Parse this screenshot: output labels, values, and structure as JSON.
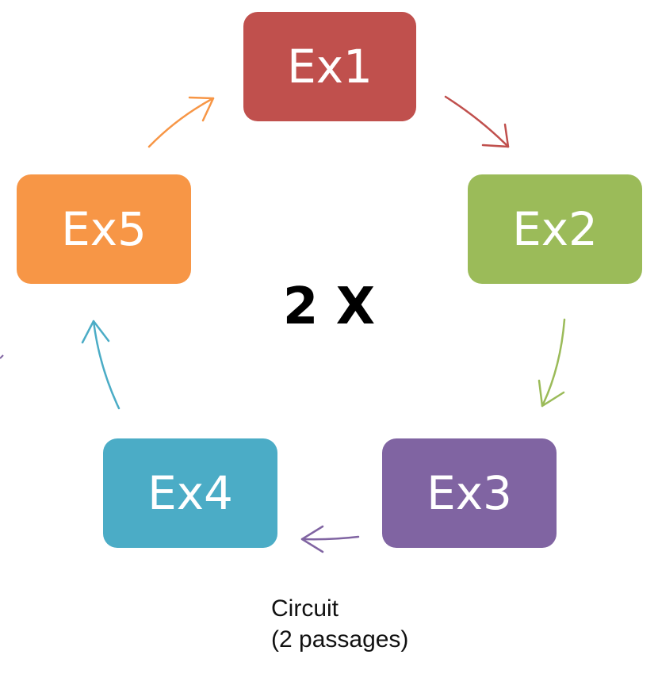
{
  "center_label": "2 X",
  "nodes": [
    {
      "id": "ex1",
      "label": "Ex1",
      "color": "#C0504D"
    },
    {
      "id": "ex2",
      "label": "Ex2",
      "color": "#9BBB59"
    },
    {
      "id": "ex3",
      "label": "Ex3",
      "color": "#8064A2"
    },
    {
      "id": "ex4",
      "label": "Ex4",
      "color": "#4BACC6"
    },
    {
      "id": "ex5",
      "label": "Ex5",
      "color": "#F79646"
    }
  ],
  "arrows": [
    {
      "from": "ex1",
      "to": "ex2",
      "color": "#C0504D"
    },
    {
      "from": "ex2",
      "to": "ex3",
      "color": "#9BBB59"
    },
    {
      "from": "ex3",
      "to": "ex4",
      "color": "#8064A2"
    },
    {
      "from": "ex4",
      "to": "ex5",
      "color": "#4BACC6"
    },
    {
      "from": "ex5",
      "to": "ex1",
      "color": "#F79646"
    }
  ],
  "caption": {
    "line1": "Circuit",
    "line2": "(2 passages)"
  }
}
